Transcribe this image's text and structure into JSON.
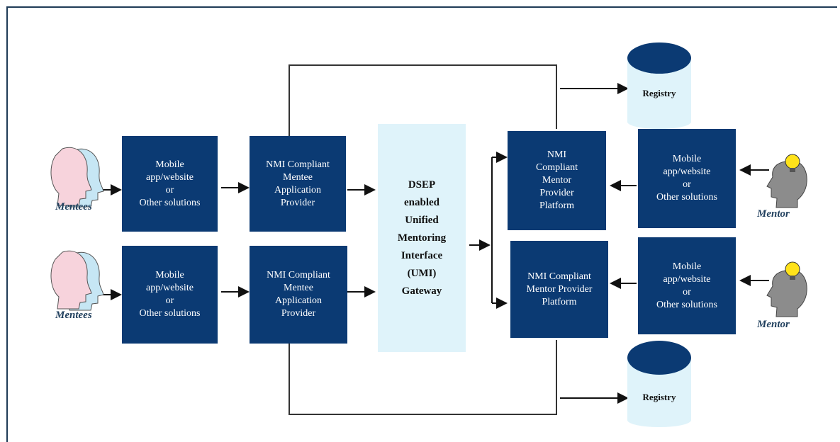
{
  "actors": {
    "mentee_1": "Mentees",
    "mentee_2": "Mentees",
    "mentor_1": "Mentor",
    "mentor_2": "Mentor"
  },
  "boxes": {
    "mentee_app_1": "Mobile\napp/website\nor\nOther solutions",
    "mentee_app_2": "Mobile\napp/website\nor\nOther solutions",
    "mentee_provider_1": "NMI Compliant\nMentee\nApplication\nProvider",
    "mentee_provider_2": "NMI Compliant\nMentee\nApplication\nProvider",
    "mentor_platform_1": "NMI\nCompliant\nMentor\nProvider\nPlatform",
    "mentor_platform_2": "NMI Compliant\nMentor Provider\nPlatform",
    "mentor_app_1": "Mobile\napp/website\nor\nOther solutions",
    "mentor_app_2": "Mobile\napp/website\nor\nOther solutions"
  },
  "gateway": "DSEP\nenabled\nUnified\nMentoring\nInterface\n(UMI)\nGateway",
  "registry": {
    "top": "Registry",
    "bottom": "Registry"
  },
  "colors": {
    "box": "#0b3a73",
    "gateway": "#dff3fa",
    "mentee_head_front": "#f7d3dc",
    "mentee_head_back": "#c6e6f4",
    "mentor_head": "#8c8c8c",
    "bulb": "#ffe21a"
  }
}
